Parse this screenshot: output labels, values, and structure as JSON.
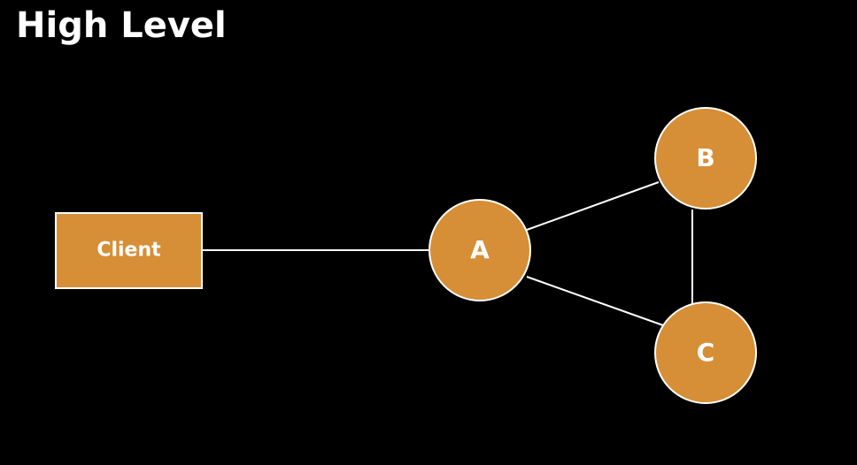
{
  "slide": {
    "title": "High Level"
  },
  "diagram": {
    "client_label": "Client",
    "node_a_label": "A",
    "node_b_label": "B",
    "node_c_label": "C"
  },
  "colors": {
    "background": "#000000",
    "node_fill": "#D68F37",
    "node_stroke": "#ffffff",
    "edge": "#ffffff",
    "text": "#ffffff"
  }
}
